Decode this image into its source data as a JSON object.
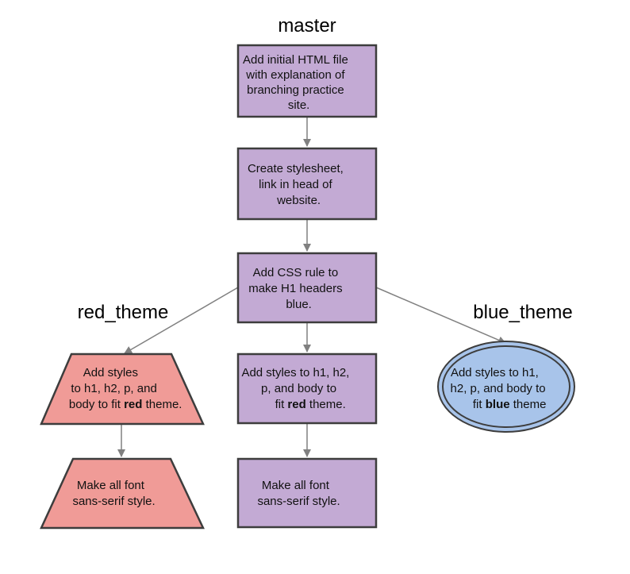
{
  "colors": {
    "purple_fill": "#c3aad4",
    "purple_stroke": "#3d3d3d",
    "red_fill": "#f09b97",
    "blue_fill": "#a8c4ea",
    "edge": "#808080"
  },
  "branches": {
    "master": "master",
    "red": "red_theme",
    "blue": "blue_theme"
  },
  "nodes": {
    "initial_html": {
      "lines": [
        "Add initial HTML file",
        "with explanation of",
        "branching practice",
        "site."
      ]
    },
    "stylesheet": {
      "lines": [
        "Create stylesheet,",
        "link in head of",
        "website."
      ]
    },
    "css_rule": {
      "lines": [
        "Add CSS rule to",
        "make H1 headers",
        "blue."
      ]
    },
    "red_styles": {
      "lines": [
        "Add styles",
        "to h1, h2, p, and",
        "body to fit "
      ],
      "bold": "red",
      "tail": " theme."
    },
    "master_styles": {
      "lines": [
        "Add styles to h1, h2,",
        "p, and body to",
        "fit "
      ],
      "bold": "red",
      "tail": " theme."
    },
    "blue_styles": {
      "lines": [
        "Add styles to h1,",
        "h2, p, and body to",
        "fit "
      ],
      "bold": "blue",
      "tail": " theme"
    },
    "red_font": {
      "lines": [
        "Make all font",
        "sans-serif style."
      ]
    },
    "master_font": {
      "lines": [
        "Make all font",
        "sans-serif style."
      ]
    }
  }
}
